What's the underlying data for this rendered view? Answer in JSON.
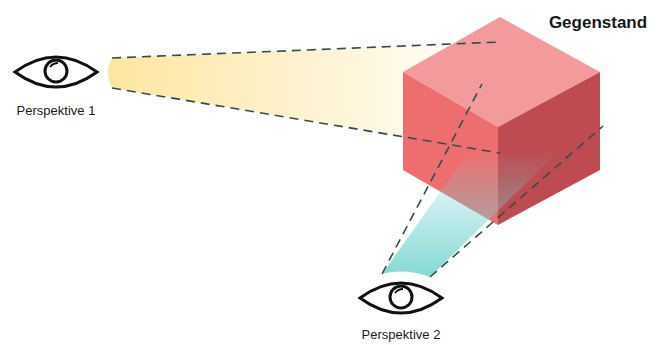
{
  "diagram": {
    "labels": [
      "Gegenstand",
      "Perspektive 1",
      "Perspektive 2"
    ]
  }
}
